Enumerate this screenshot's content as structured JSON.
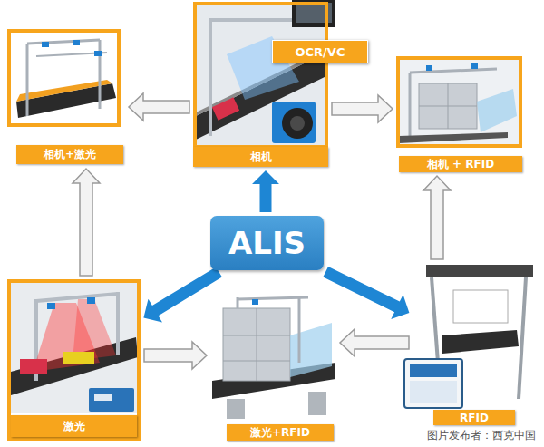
{
  "diagram": {
    "nodes": [
      {
        "text": [
          "相机"
        ]
      },
      {
        "text": [
          "OCR/VC"
        ],
        "in": 0
      },
      {
        "text": [
          "相机+激光"
        ]
      },
      {
        "text": [
          "相机 + RFID"
        ]
      },
      {
        "text": [
          "ALIS"
        ]
      },
      {
        "text": [
          "激光"
        ]
      },
      {
        "text": [
          "激光+RFID"
        ]
      },
      {
        "text": [
          "RFID"
        ]
      }
    ],
    "edges": [
      {
        "from": 0,
        "to": 2,
        "arrow": "to"
      },
      {
        "from": 0,
        "to": 3,
        "arrow": "to"
      },
      {
        "from": 5,
        "to": 2,
        "arrow": "to"
      },
      {
        "from": 5,
        "to": 6,
        "arrow": "to"
      },
      {
        "from": 7,
        "to": 6,
        "arrow": "to"
      },
      {
        "from": 7,
        "to": 3,
        "arrow": "to"
      },
      {
        "from": 4,
        "to": 0,
        "arrow": "to"
      },
      {
        "from": 4,
        "to": 5,
        "arrow": "to"
      },
      {
        "from": 4,
        "to": 7,
        "arrow": "to"
      }
    ],
    "labels": [
      "图片发布者：西克中国"
    ]
  }
}
